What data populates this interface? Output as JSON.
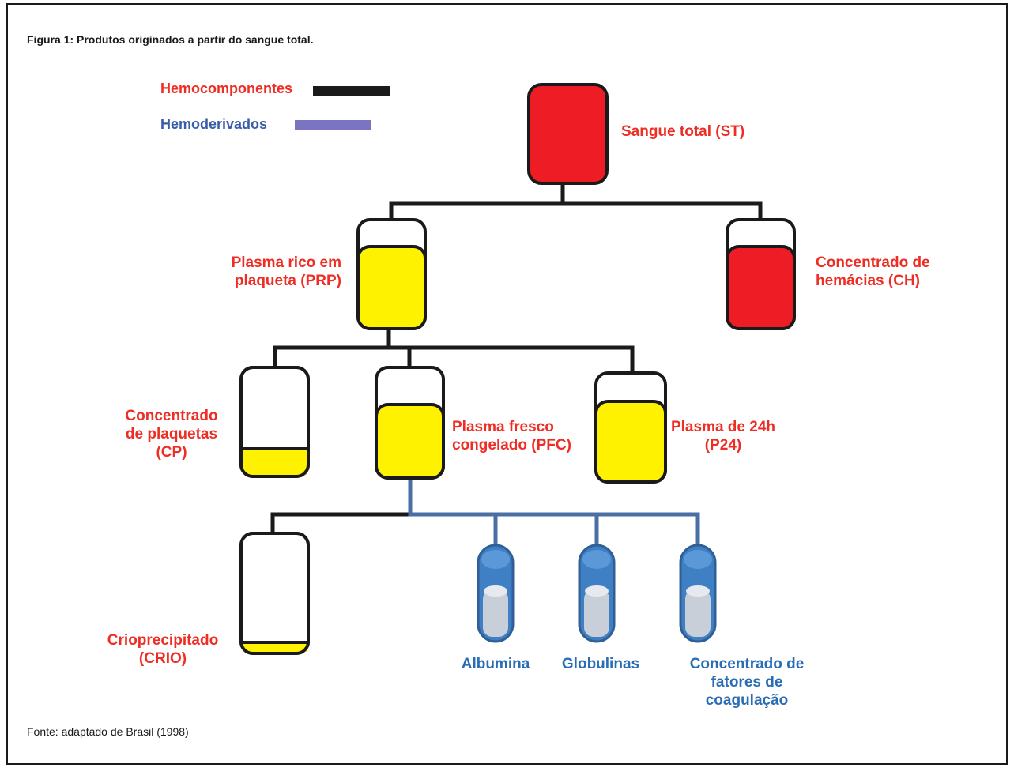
{
  "figure_title": "Figura 1: Produtos originados a partir do sangue total.",
  "source": "Fonte: adaptado de Brasil (1998)",
  "legend": {
    "hemocomponentes": "Hemocomponentes",
    "hemoderivados": "Hemoderivados"
  },
  "nodes": {
    "st": "Sangue total (ST)",
    "prp_1": "Plasma rico em",
    "prp_2": "plaqueta (PRP)",
    "ch_1": "Concentrado de",
    "ch_2": "hemácias (CH)",
    "cp_1": "Concentrado",
    "cp_2": "de plaquetas",
    "cp_3": "(CP)",
    "pfc_1": "Plasma fresco",
    "pfc_2": "congelado (PFC)",
    "p24_1": "Plasma de 24h",
    "p24_2": "(P24)",
    "crio_1": "Crioprecipitado",
    "crio_2": "(CRIO)",
    "albumina": "Albumina",
    "globulinas": "Globulinas",
    "cf_1": "Concentrado de",
    "cf_2": "fatores de",
    "cf_3": "coagulação"
  },
  "colors": {
    "hemocomponente_line": "#1a1a1a",
    "hemoderivado_line": "#4a6fa5",
    "legend_hemoderivado": "#7b74c0",
    "blood_red": "#ee1c24",
    "plasma_yellow": "#fff200",
    "vial_blue": "#3f7fc4",
    "vial_gray": "#c9cfd8",
    "label_red": "#ee2d24",
    "label_blue": "#2a6db5"
  }
}
